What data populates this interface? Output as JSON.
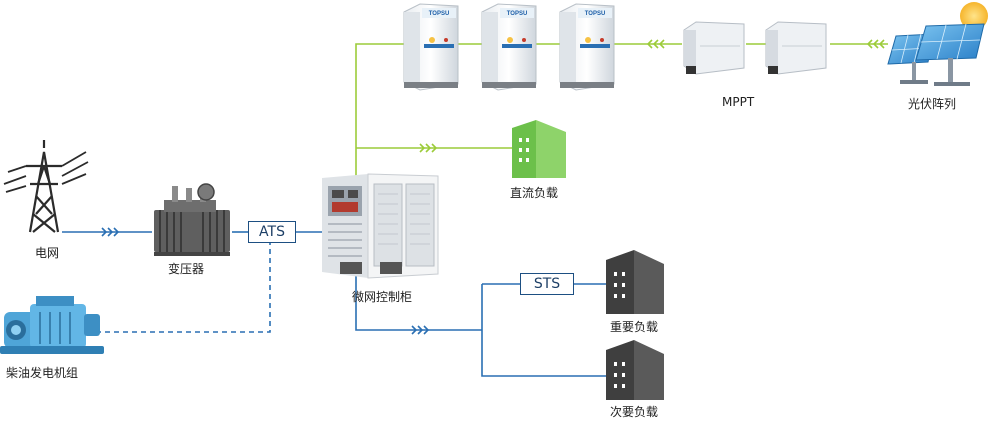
{
  "labels": {
    "grid": "电网",
    "transformer": "变压器",
    "ats": "ATS",
    "diesel": "柴油发电机组",
    "mgcc": "微网控制柜",
    "dc_load": "直流负载",
    "mppt": "MPPT",
    "pv": "光伏阵列",
    "sts": "STS",
    "critical_load": "重要负载",
    "secondary_load": "次要负载"
  },
  "cabinet_brand": "TOPSU",
  "colors": {
    "ac_line": "#2a6fb3",
    "dc_line": "#9ccc3a",
    "dc_load_building": "#6cc04a",
    "ac_load_building": "#4a4a4a",
    "pv_panel": "#4aa3e0",
    "sun": "#f6c244"
  },
  "icons": [
    "power-tower-icon",
    "transformer-icon",
    "diesel-generator-icon",
    "microgrid-cabinet-icon",
    "battery-cabinet-icon",
    "mppt-inverter-icon",
    "solar-array-icon",
    "building-icon",
    "flow-arrow-icon"
  ]
}
